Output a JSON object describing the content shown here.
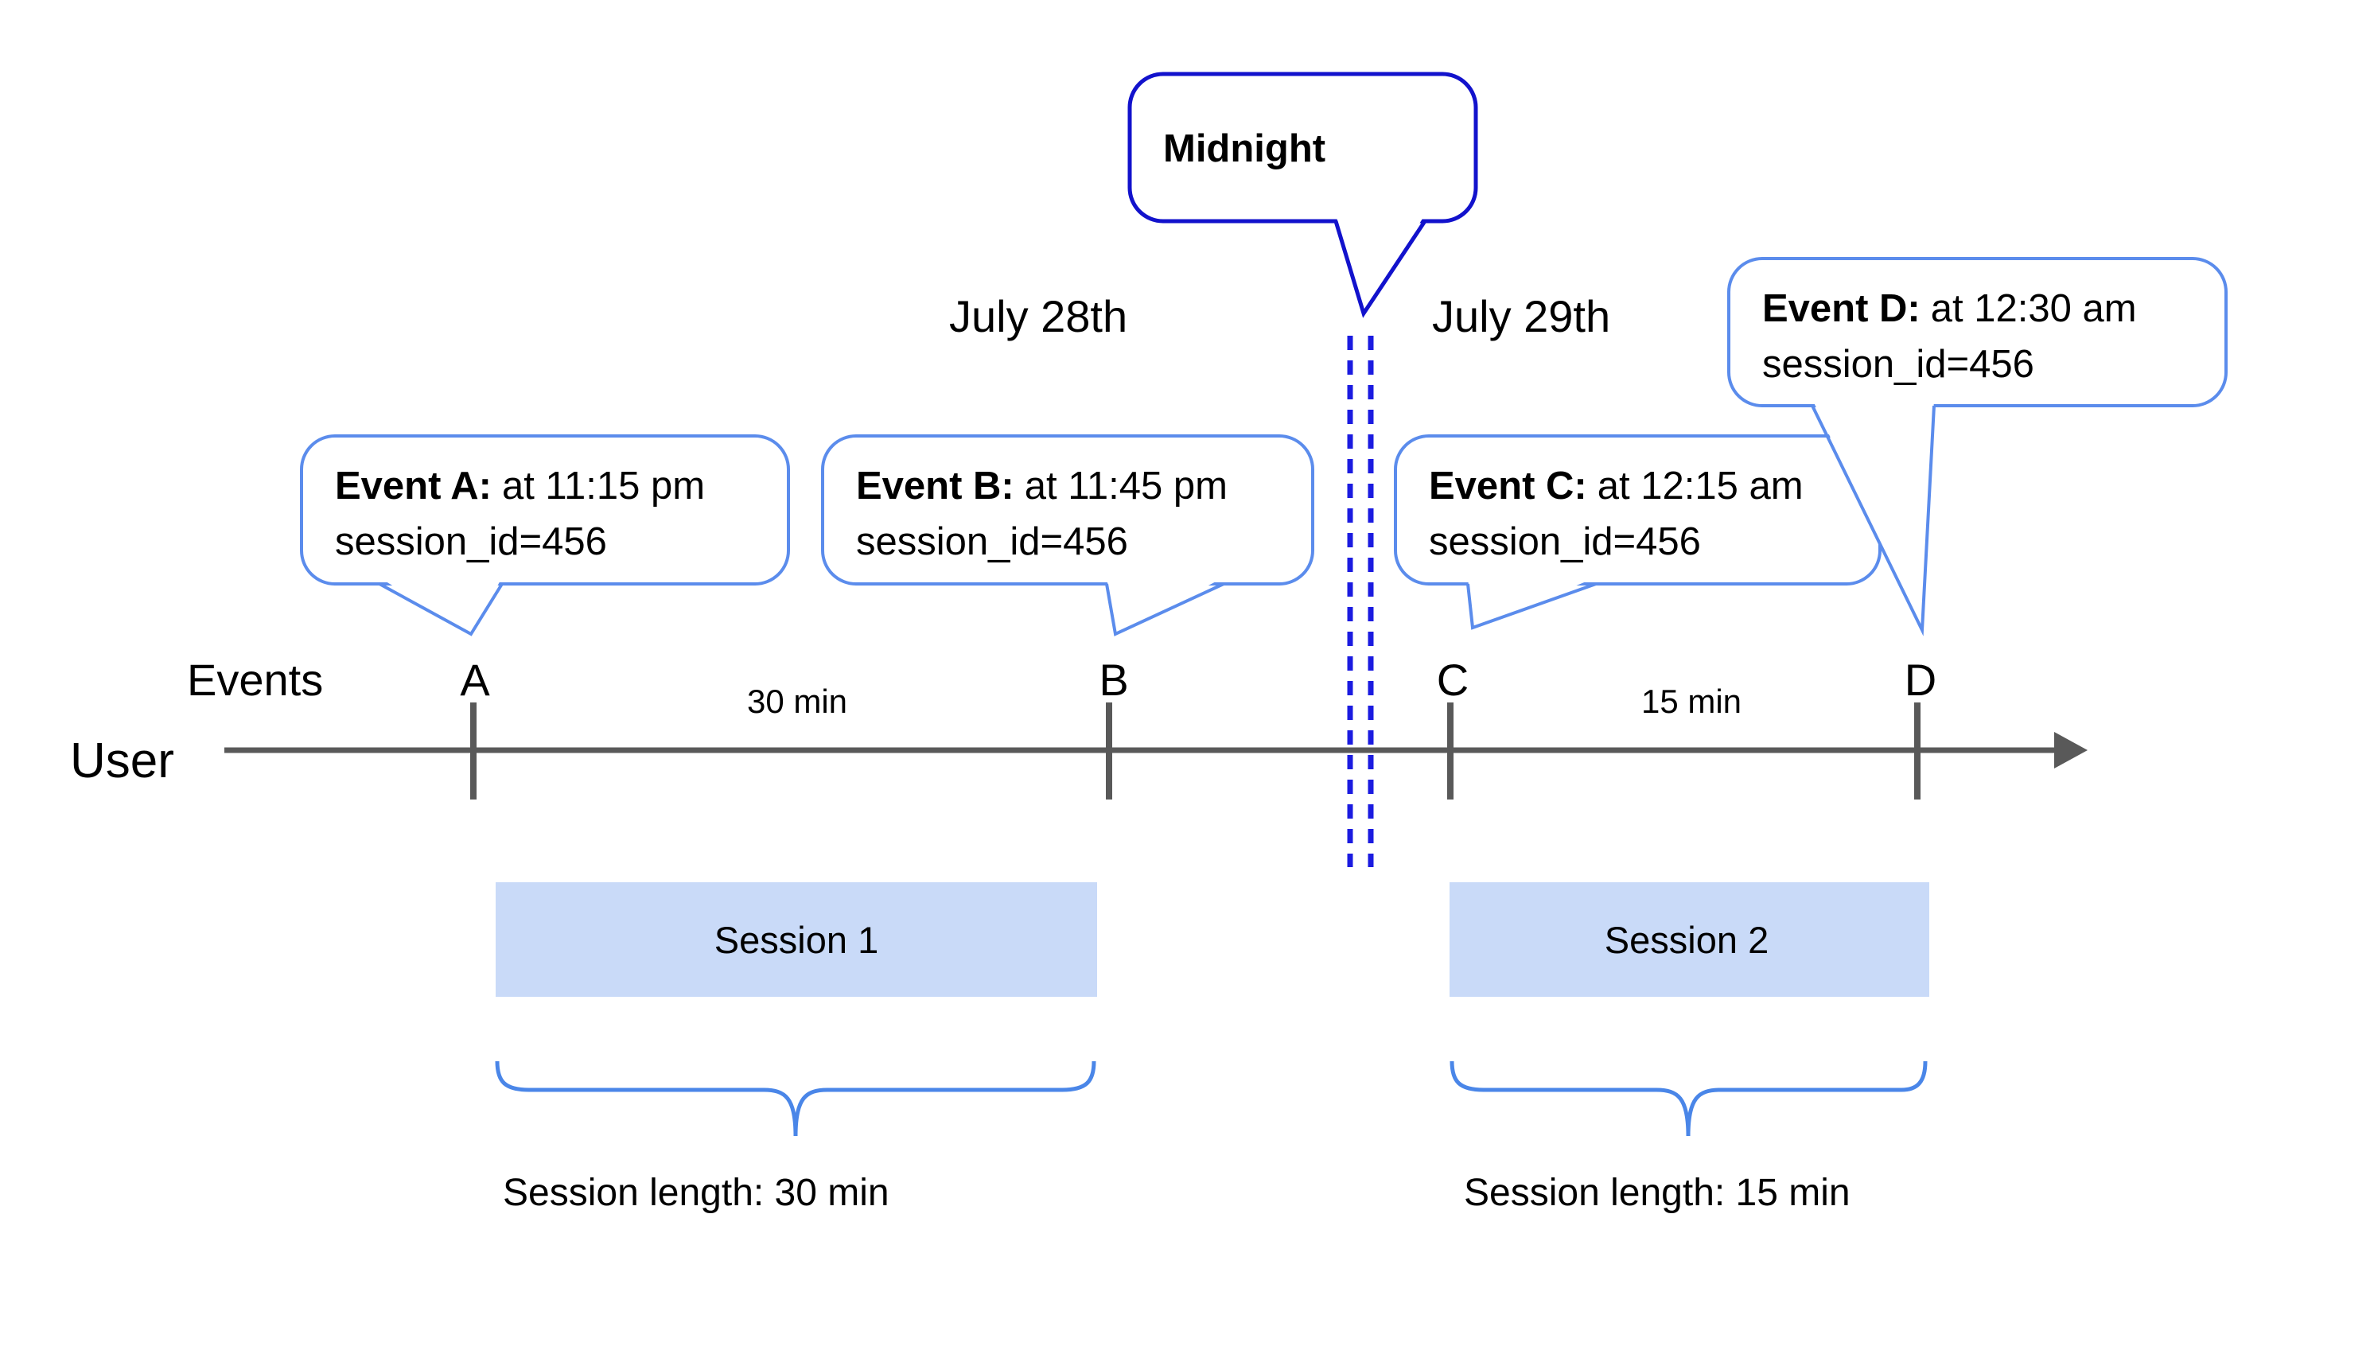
{
  "colors": {
    "event_bubble_border": "#5b8cec",
    "midnight_bubble_border": "#1212cc",
    "midnight_dashed_line": "#1b1be0",
    "timeline": "#595959",
    "session_fill": "#c9daf8",
    "brace": "#4a86e8",
    "text": "#000000"
  },
  "timeline": {
    "user_label": "User",
    "events_axis_label": "Events"
  },
  "dates": {
    "left": "July 28th",
    "right": "July 29th"
  },
  "midnight": {
    "label": "Midnight"
  },
  "events": [
    {
      "letter": "A",
      "title": "Event A:",
      "time": "at 11:15 pm",
      "session": "session_id=456"
    },
    {
      "letter": "B",
      "title": "Event B:",
      "time": "at 11:45 pm",
      "session": "session_id=456"
    },
    {
      "letter": "C",
      "title": "Event C:",
      "time": "at 12:15 am",
      "session": "session_id=456"
    },
    {
      "letter": "D",
      "title": "Event D:",
      "time": "at 12:30 am",
      "session": "session_id=456"
    }
  ],
  "gaps": {
    "ab": "30 min",
    "cd": "15 min"
  },
  "sessions": [
    {
      "name": "Session 1",
      "length": "Session length: 30 min"
    },
    {
      "name": "Session 2",
      "length": "Session length: 15 min"
    }
  ]
}
